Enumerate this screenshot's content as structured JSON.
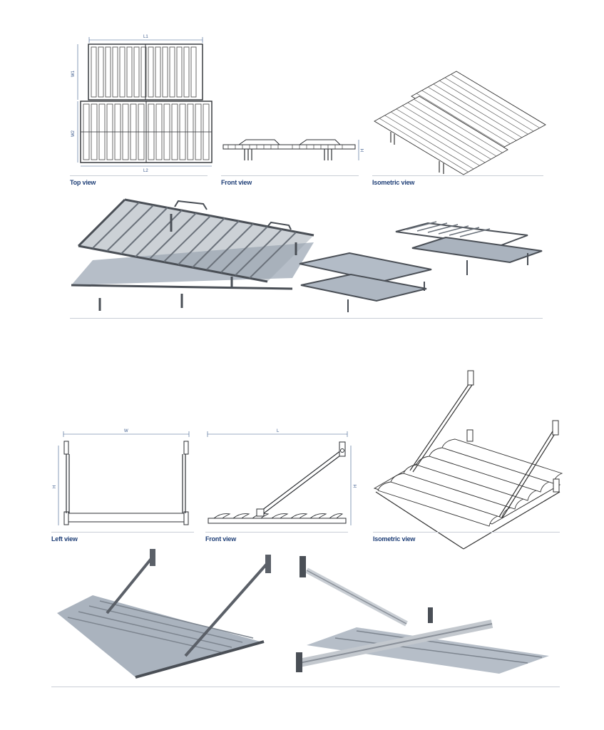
{
  "section1": {
    "captions": {
      "top_view": "Top view",
      "front_view": "Front view",
      "isometric_view": "Isometric view"
    },
    "dimensions": {
      "l1": "L1",
      "l2": "L2",
      "w1": "W1",
      "w2": "W2",
      "h": "H"
    }
  },
  "section2": {
    "captions": {
      "left_view": "Left view",
      "front_view": "Front view",
      "isometric_view": "Isometric view"
    },
    "dimensions": {
      "w": "W",
      "l": "L",
      "h_left": "H",
      "h_front": "H"
    }
  },
  "colors": {
    "caption": "#1f3f77",
    "dimension_line": "#3b5a8c",
    "frame_dark": "#5b6068",
    "louver_fill": "#aab4c0",
    "rule": "#c9ced6"
  }
}
